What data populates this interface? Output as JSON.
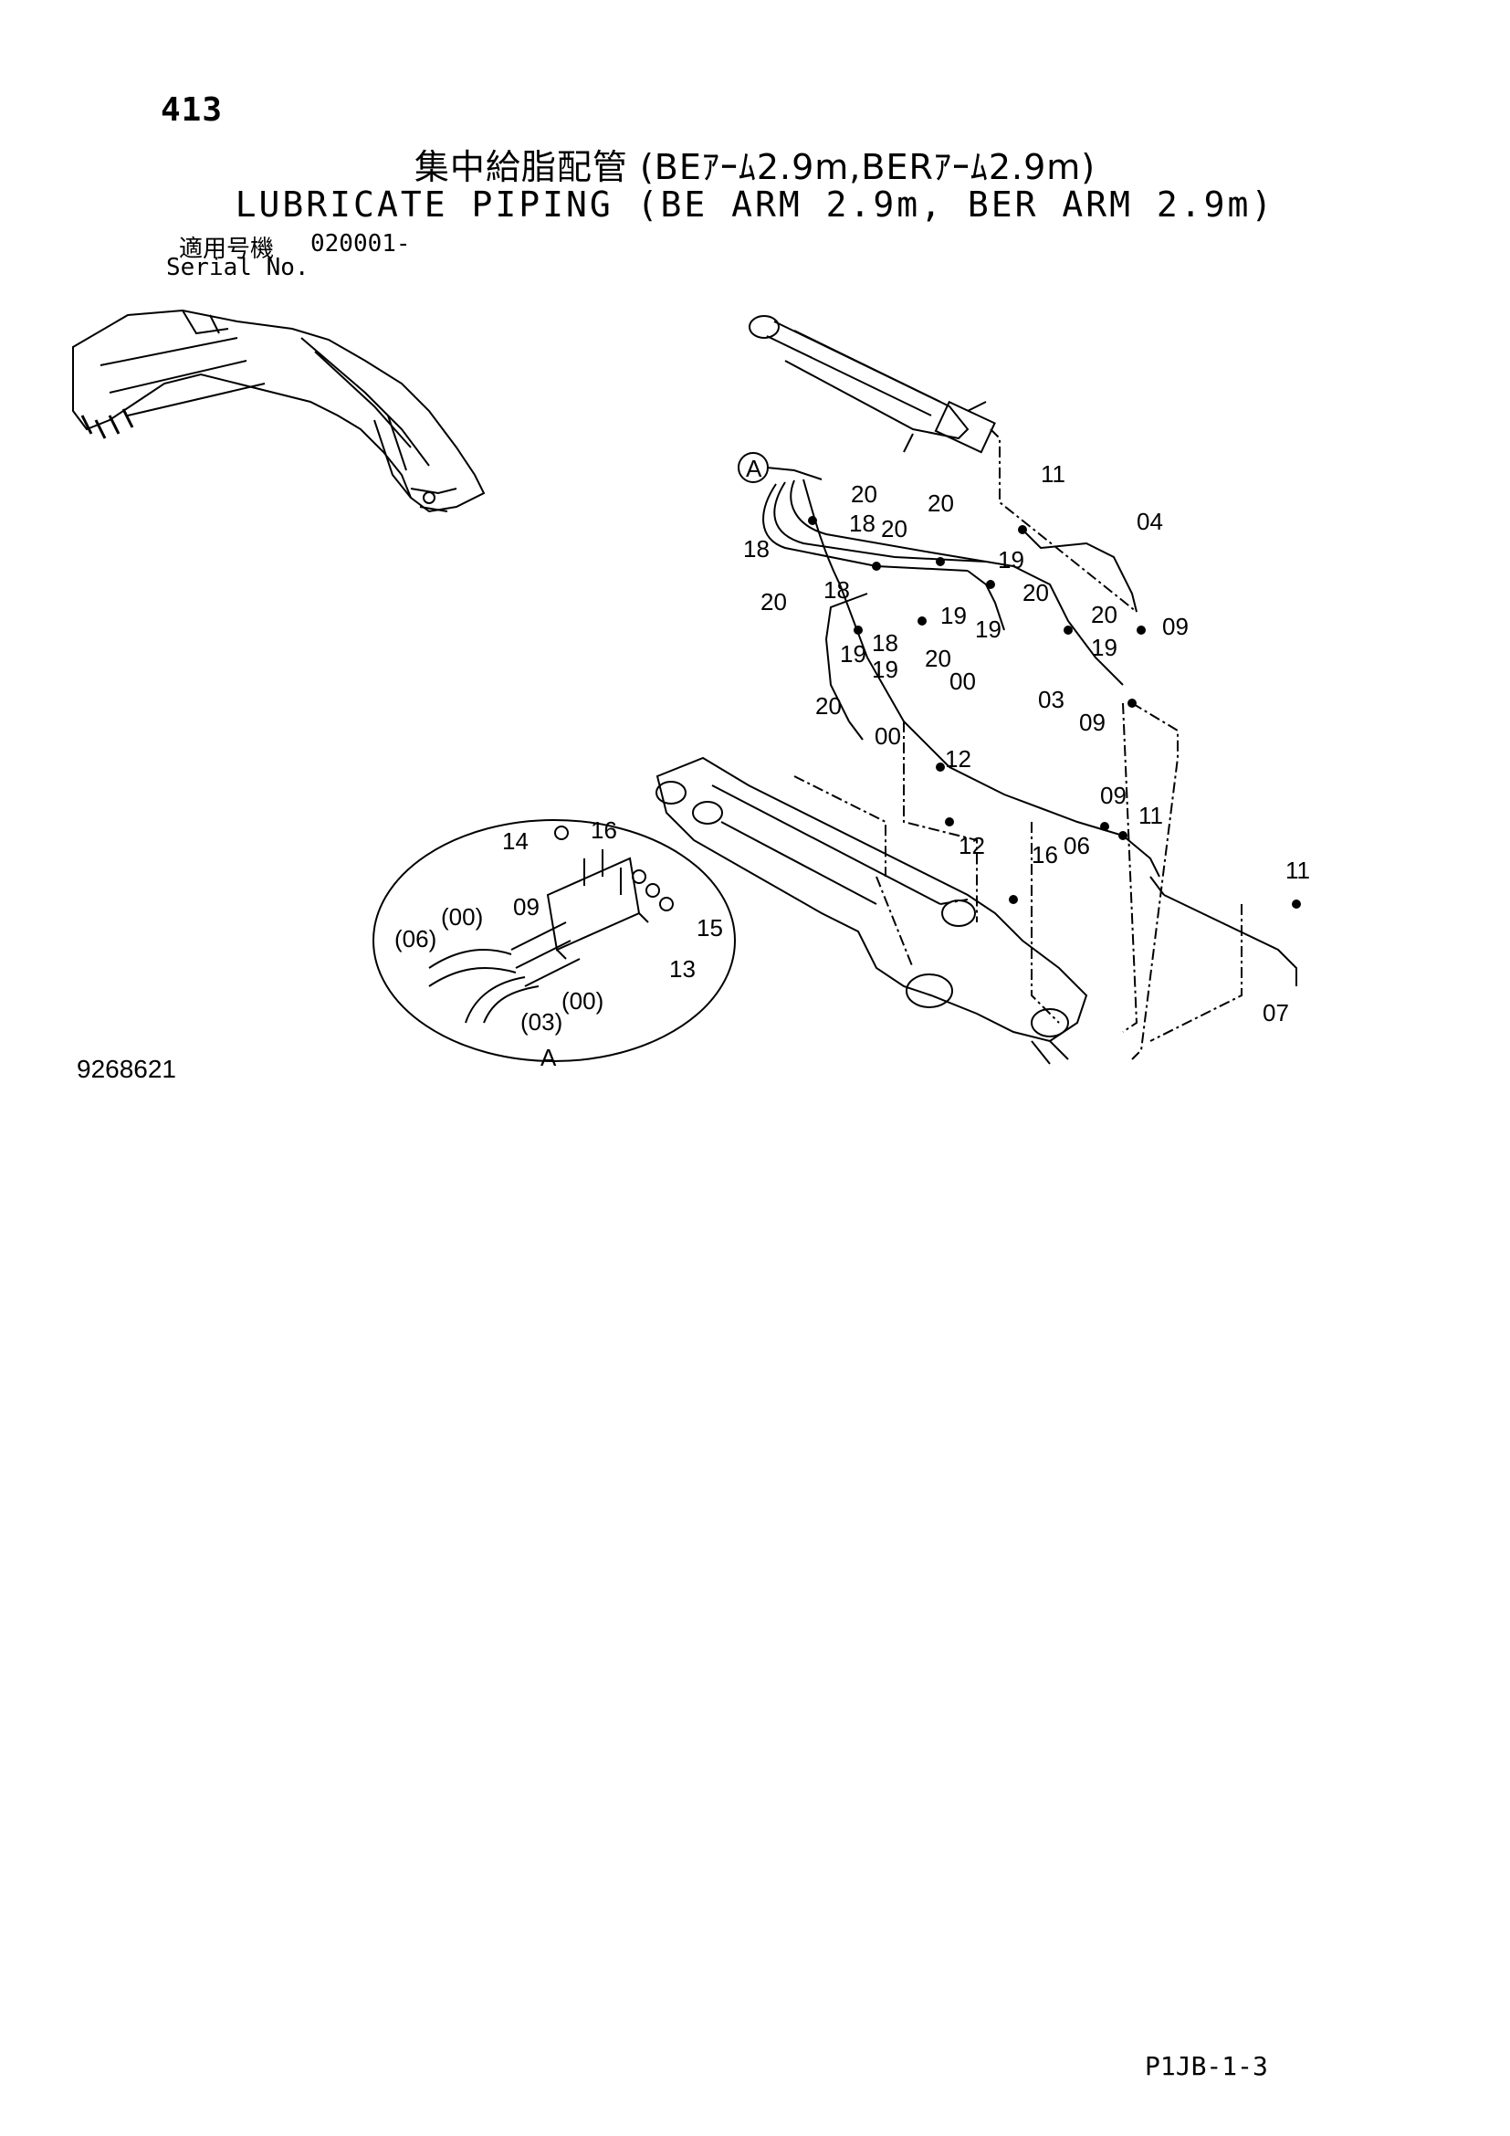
{
  "header": {
    "page_number": "413",
    "title_jp": "集中給脂配管 (BEｱｰﾑ2.9m,BERｱｰﾑ2.9m)",
    "title_en": "LUBRICATE PIPING (BE ARM 2.9m, BER ARM 2.9m)",
    "serial_label_jp": "適用号機",
    "serial_label_en": "Serial No.",
    "serial_value": "020001-"
  },
  "callouts": {
    "c_a_tag": "A",
    "c_a_detail": "A",
    "c_04": "04",
    "c_11a": "11",
    "c_11b": "11",
    "c_11c": "11",
    "c_09a": "09",
    "c_09b": "09",
    "c_09c": "09",
    "c_09d": "09",
    "c_03": "03",
    "c_06": "06",
    "c_07": "07",
    "c_12a": "12",
    "c_12b": "12",
    "c_00a": "00",
    "c_00b": "00",
    "c_16a": "16",
    "c_16b": "16",
    "c_18a": "18",
    "c_18b": "18",
    "c_18c": "18",
    "c_18d": "18",
    "c_19a": "19",
    "c_19b": "19",
    "c_19c": "19",
    "c_19d": "19",
    "c_19e": "19",
    "c_19f": "19",
    "c_20a": "20",
    "c_20b": "20",
    "c_20c": "20",
    "c_20d": "20",
    "c_20e": "20",
    "c_20f": "20",
    "c_20g": "20",
    "c_20h": "20",
    "c_14": "14",
    "c_15": "15",
    "c_13": "13",
    "c_06p": "(06)",
    "c_00p1": "(00)",
    "c_00p2": "(00)",
    "c_03p": "(03)"
  },
  "footer": {
    "drawing_number": "9268621",
    "sheet_code": "P1JB-1-3"
  }
}
